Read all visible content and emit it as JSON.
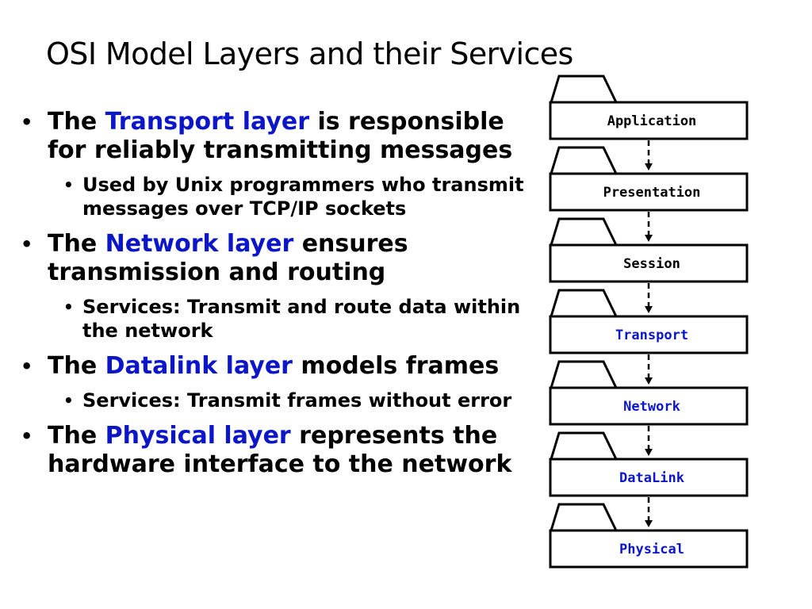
{
  "title": "OSI Model Layers and their Services",
  "bullets": [
    {
      "pre": "The ",
      "highlight": "Transport layer",
      "post": " is responsible for reliably transmitting messages",
      "sub": "Used by Unix programmers who transmit messages over TCP/IP sockets"
    },
    {
      "pre": "The ",
      "highlight": "Network layer",
      "post": " ensures transmission and routing",
      "sub": "Services: Transmit and route data within the network"
    },
    {
      "pre": "The ",
      "highlight": "Datalink layer",
      "post": " models frames",
      "sub": "Services: Transmit frames without error"
    },
    {
      "pre": "The ",
      "highlight": "Physical layer",
      "post": " represents the hardware interface to the network",
      "sub": ""
    }
  ],
  "layers": [
    {
      "name": "Application",
      "highlighted": false
    },
    {
      "name": "Presentation",
      "highlighted": false
    },
    {
      "name": "Session",
      "highlighted": false
    },
    {
      "name": "Transport",
      "highlighted": true
    },
    {
      "name": "Network",
      "highlighted": true
    },
    {
      "name": "DataLink",
      "highlighted": true
    },
    {
      "name": "Physical",
      "highlighted": true
    }
  ],
  "colors": {
    "highlight": "#0b16c9",
    "text": "#000000"
  }
}
